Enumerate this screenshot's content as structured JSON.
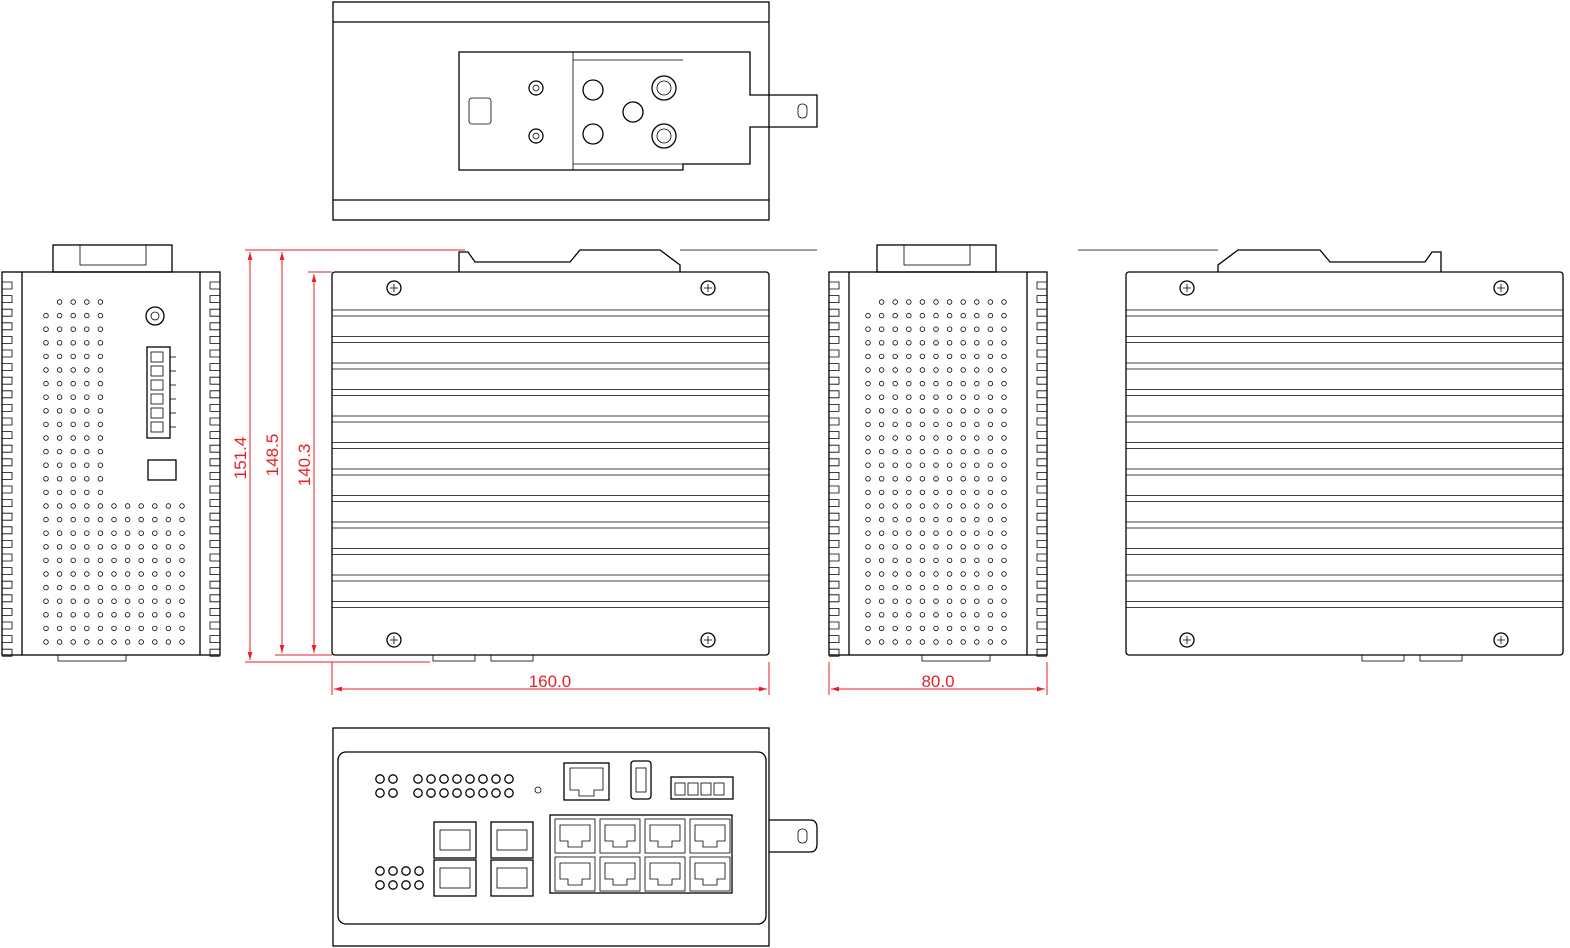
{
  "dimensions": {
    "overall_height": "151.4",
    "mid_height": "148.5",
    "body_height": "140.3",
    "width": "160.0",
    "depth": "80.0"
  },
  "colors": {
    "line": "#000000",
    "dimension": "#e8202a"
  }
}
